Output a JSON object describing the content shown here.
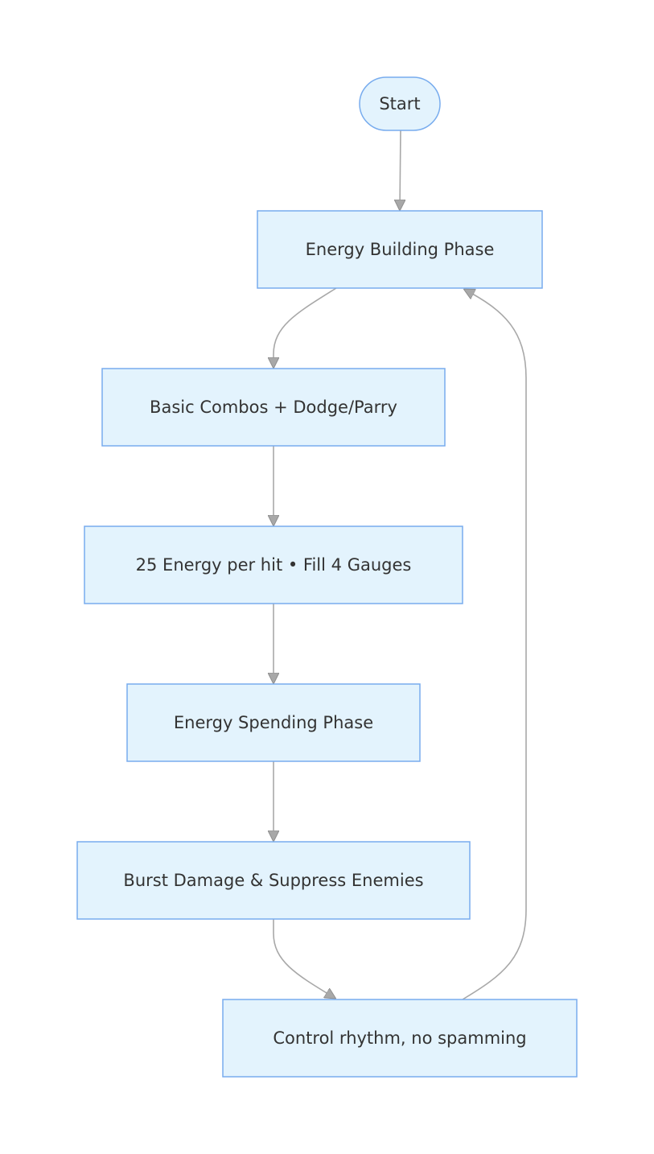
{
  "diagram": {
    "type": "flowchart",
    "nodes": {
      "start": "Start",
      "energy_building": "Energy Building Phase",
      "basic_combos": "Basic Combos + Dodge/Parry",
      "energy_per_hit": "25 Energy per hit • Fill 4 Gauges",
      "energy_spending": "Energy Spending Phase",
      "burst_damage": "Burst Damage & Suppress Enemies",
      "control_rhythm": "Control rhythm, no spamming"
    },
    "edges": [
      {
        "from": "Start",
        "to": "Energy Building Phase"
      },
      {
        "from": "Energy Building Phase",
        "to": "Basic Combos + Dodge/Parry"
      },
      {
        "from": "Basic Combos + Dodge/Parry",
        "to": "25 Energy per hit • Fill 4 Gauges"
      },
      {
        "from": "25 Energy per hit • Fill 4 Gauges",
        "to": "Energy Spending Phase"
      },
      {
        "from": "Energy Spending Phase",
        "to": "Burst Damage & Suppress Enemies"
      },
      {
        "from": "Burst Damage & Suppress Enemies",
        "to": "Control rhythm, no spamming"
      },
      {
        "from": "Control rhythm, no spamming",
        "to": "Energy Building Phase"
      }
    ],
    "colors": {
      "node_fill": "#e3f3fd",
      "node_border": "#78acee",
      "edge": "#a8a8a8",
      "text": "#333333"
    }
  }
}
